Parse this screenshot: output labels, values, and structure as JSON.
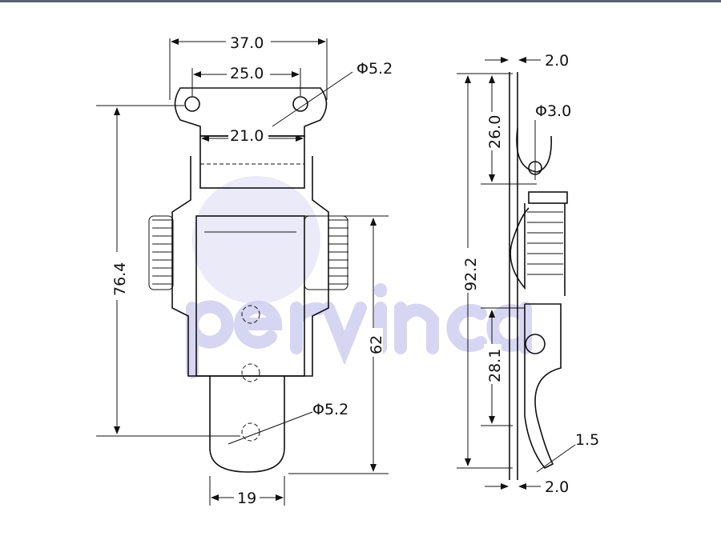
{
  "watermark": "pervinca",
  "front_view": {
    "width_top": "37.0",
    "hole_spacing": "25.0",
    "hole_dia_top": "Φ5.2",
    "inner_width": "21.0",
    "total_height": "76.4",
    "body_height": "62",
    "hole_dia_bottom": "Φ5.2",
    "hook_width": "19"
  },
  "side_view": {
    "thickness_top": "2.0",
    "pin_dia": "Φ3.0",
    "top_offset": "26.0",
    "total_height": "92.2",
    "hook_height": "28.1",
    "hook_thickness": "1.5",
    "thickness_bottom": "2.0"
  }
}
